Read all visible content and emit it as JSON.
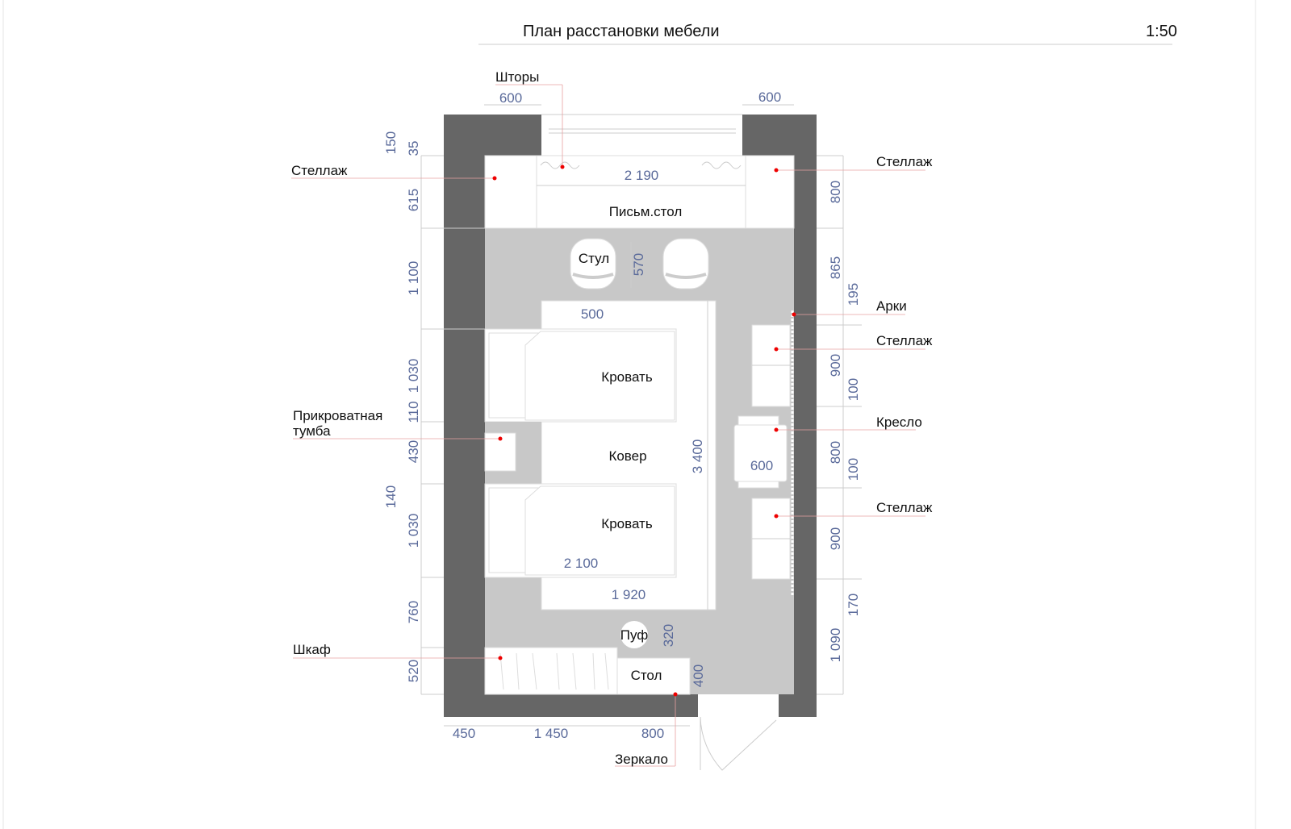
{
  "header": {
    "title": "План расстановки мебели",
    "scale": "1:50"
  },
  "labels": {
    "curtains": "Шторы",
    "shelf_top_left": "Стеллаж",
    "shelf_top_right": "Стеллаж",
    "desk": "Письм.стол",
    "chair": "Стул",
    "arches": "Арки",
    "shelf_right_1": "Стеллаж",
    "bed_1": "Кровать",
    "bedside_line1": "Прикроватная",
    "bedside_line2": "тумба",
    "rug": "Ковер",
    "armchair": "Кресло",
    "shelf_right_2": "Стеллаж",
    "bed_2": "Кровать",
    "pouf": "Пуф",
    "wardrobe": "Шкаф",
    "table": "Стол",
    "mirror": "Зеркало"
  },
  "dimensions": {
    "top_left_600": "600",
    "top_right_600": "600",
    "desk_width": "2 190",
    "chair_depth": "570",
    "chair_width": "500",
    "rug_length": "3 400",
    "armchair_width": "600",
    "bed_length": "2 100",
    "rug_width": "1 920",
    "pouf_size": "320",
    "table_depth": "400",
    "bottom_450": "450",
    "bottom_1450": "1 450",
    "bottom_800": "800",
    "left": [
      "150",
      "35",
      "615",
      "1 100",
      "1 030",
      "110",
      "430",
      "140",
      "1 030",
      "760",
      "520"
    ],
    "right": [
      "800",
      "865",
      "195",
      "900",
      "100",
      "800",
      "100",
      "900",
      "170",
      "1 090"
    ]
  },
  "colors": {
    "wall": "#666666",
    "floor": "#c8c8c8",
    "dimension": "#5a6a9a",
    "marker": "#ee0000"
  }
}
